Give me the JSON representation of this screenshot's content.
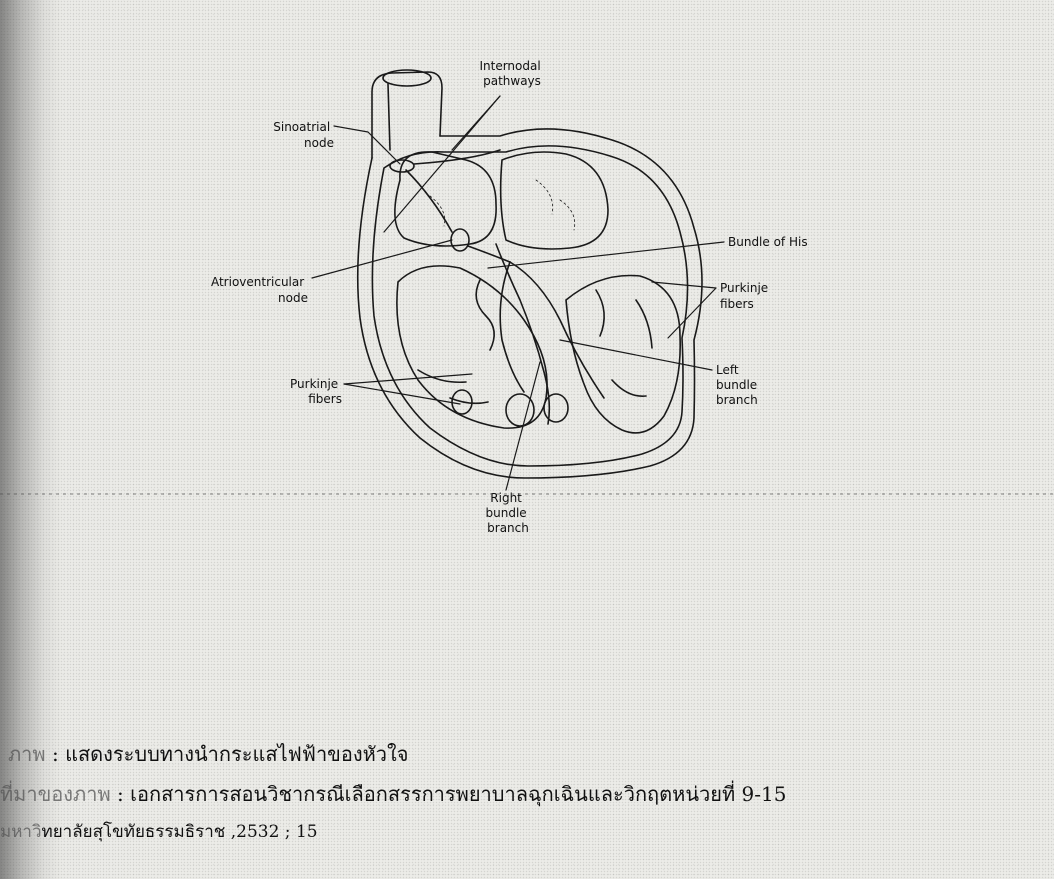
{
  "figure": {
    "labels": {
      "internodal_pathways": [
        "Internodal",
        "pathways"
      ],
      "sinoatrial_node": [
        "Sinoatrial",
        "node"
      ],
      "atrioventricular_node": [
        "Atrioventricular",
        "node"
      ],
      "purkinje_fibers_left": [
        "Purkinje",
        "fibers"
      ],
      "bundle_of_his": [
        "Bundle of His"
      ],
      "purkinje_fibers_right": [
        "Purkinje",
        "fibers"
      ],
      "left_bundle_branch": [
        "Left",
        "bundle",
        "branch"
      ],
      "right_bundle_branch": [
        "Right",
        "bundle",
        "branch"
      ]
    }
  },
  "caption": {
    "line1_prefix": "ภาพ",
    "line1_sep": " : ",
    "line1_text": "แสดงระบบทางนำกระแสไฟฟ้าของหัวใจ",
    "line2_prefix": "ที่มาของภาพ",
    "line2_sep": " : ",
    "line2_text": "เอกสารการสอนวิชากรณีเลือกสรรการพยาบาลฉุกเฉินและวิกฤตหน่วยที่ 9-15",
    "line3_prefix": "มหาวิ",
    "line3_text": "ทยาลัยสุโขทัยธรรมธิราช ,2532 ; 15"
  }
}
